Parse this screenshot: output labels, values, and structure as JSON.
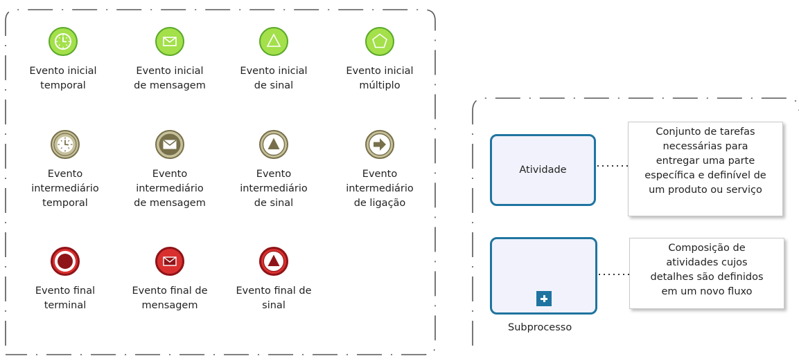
{
  "events_group": {
    "inicial": [
      {
        "label": "Evento inicial\ntemporal",
        "icon": "start-timer-event-icon"
      },
      {
        "label": "Evento inicial\nde mensagem",
        "icon": "start-message-event-icon"
      },
      {
        "label": "Evento inicial\nde sinal",
        "icon": "start-signal-event-icon"
      },
      {
        "label": "Evento inicial\nmúltiplo",
        "icon": "start-multiple-event-icon"
      }
    ],
    "intermediario": [
      {
        "label": "Evento\nintermediário\ntemporal",
        "icon": "intermediate-timer-event-icon"
      },
      {
        "label": "Evento\nintermediário\nde mensagem",
        "icon": "intermediate-message-event-icon"
      },
      {
        "label": "Evento\nintermediário\nde sinal",
        "icon": "intermediate-signal-event-icon"
      },
      {
        "label": "Evento\nintermediário\nde ligação",
        "icon": "intermediate-link-event-icon"
      }
    ],
    "final": [
      {
        "label": "Evento final\nterminal",
        "icon": "end-terminate-event-icon"
      },
      {
        "label": "Evento final de\nmensagem",
        "icon": "end-message-event-icon"
      },
      {
        "label": "Evento final de\nsinal",
        "icon": "end-signal-event-icon"
      }
    ]
  },
  "activities_group": {
    "atividade": {
      "label": "Atividade",
      "annotation": "Conjunto de tarefas\nnecessárias para\nentregar uma parte\nespecífica e definível de\num produto ou serviço"
    },
    "subprocesso": {
      "label": "Subprocesso",
      "annotation": "Composição de\natividades cujos\ndetalhes são definidos\nem um novo fluxo"
    }
  },
  "colors": {
    "start_fill": "#a3e04a",
    "start_stroke": "#5ba82a",
    "intermediate_fill": "#c6c09b",
    "intermediate_stroke": "#77704b",
    "end_fill": "#d9302f",
    "end_stroke": "#8f1418",
    "task_stroke": "#1f74a0",
    "task_fill": "#f1f2fb"
  }
}
